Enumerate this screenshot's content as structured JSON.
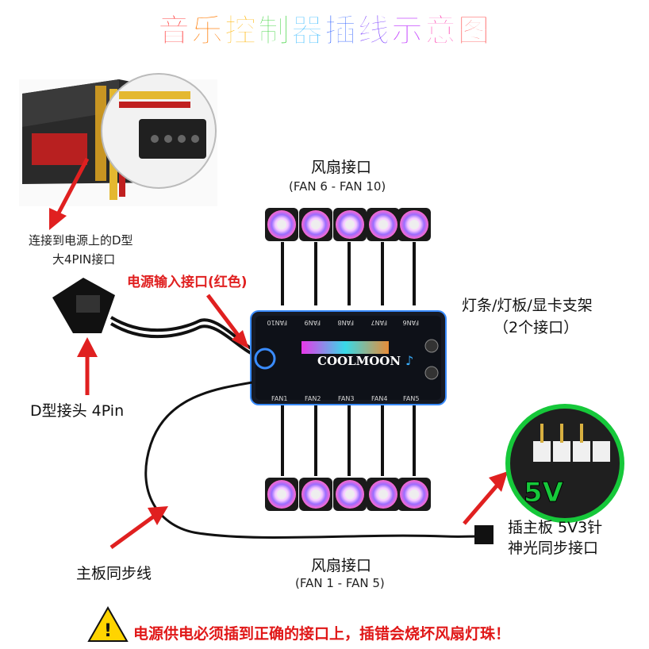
{
  "title": "音乐控制器插线示意图",
  "title_colors": [
    "#ff2a2a",
    "#ff7a00",
    "#ffb400",
    "#3ad23a",
    "#1ab0ff",
    "#2a5cff",
    "#7a3cff",
    "#c23cff",
    "#ff2aa8",
    "#ff3a3a"
  ],
  "labels": {
    "fan_top": "风扇接口",
    "fan_top_range": "(FAN 6 - FAN 10)",
    "fan_bottom": "风扇接口",
    "fan_bottom_range": "(FAN 1 - FAN 5)",
    "psu_connect_line1": "连接到电源上的D型",
    "psu_connect_line2": "大4PIN接口",
    "power_input": "电源输入接口(红色)",
    "d_plug": "D型接头 4Pin",
    "mb_sync": "主板同步线",
    "strip_line1": "灯条/灯板/显卡支架",
    "strip_line2": "（2个接口）",
    "mb_5v_line1": "插主板 5V3针",
    "mb_5v_line2": "神光同步接口",
    "pin_5v": "5V",
    "warning": "电源供电必须插到正确的接口上，插错会烧坏风扇灯珠！"
  },
  "hub": {
    "brand": "COOLMOON",
    "ports_top": [
      "FAN10",
      "FAN9",
      "FAN8",
      "FAN7",
      "FAN6"
    ],
    "ports_bottom": [
      "FAN1",
      "FAN2",
      "FAN3",
      "FAN4",
      "FAN5"
    ]
  },
  "colors": {
    "red": "#e02020",
    "hub": "#161a24",
    "hub_edge": "#3a8cff",
    "green": "#16c83a"
  }
}
